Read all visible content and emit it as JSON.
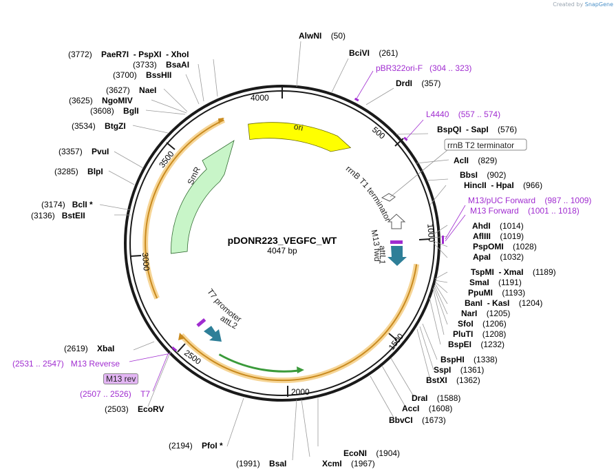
{
  "credit": {
    "created_by": "Created by",
    "brand": "SnapGene"
  },
  "plasmid": {
    "name": "pDONR223_VEGFC_WT",
    "size_label": "4047 bp",
    "length": 4047
  },
  "ticks": [
    "4000",
    "500",
    "1000",
    "1500",
    "2000",
    "2500",
    "3000",
    "3500"
  ],
  "sites": [
    {
      "name": "AlwNI",
      "pos": "(50)"
    },
    {
      "name": "BciVI",
      "pos": "(261)"
    },
    {
      "name": "DrdI",
      "pos": "(357)"
    },
    {
      "name": "BspQI",
      "sep": "-",
      "name2": "SapI",
      "pos": "(576)"
    },
    {
      "name": "AclI",
      "pos": "(829)"
    },
    {
      "name": "BbsI",
      "pos": "(902)"
    },
    {
      "name": "HincII",
      "sep": "-",
      "name2": "HpaI",
      "pos": "(966)"
    },
    {
      "name": "AhdI",
      "pos": "(1014)"
    },
    {
      "name": "AflIII",
      "pos": "(1019)"
    },
    {
      "name": "PspOMI",
      "pos": "(1028)"
    },
    {
      "name": "ApaI",
      "pos": "(1032)"
    },
    {
      "name": "TspMI",
      "sep": "-",
      "name2": "XmaI",
      "pos": "(1189)"
    },
    {
      "name": "SmaI",
      "pos": "(1191)"
    },
    {
      "name": "PpuMI",
      "pos": "(1193)"
    },
    {
      "name": "BanI",
      "sep": "-",
      "name2": "KasI",
      "pos": "(1204)"
    },
    {
      "name": "NarI",
      "pos": "(1205)"
    },
    {
      "name": "SfoI",
      "pos": "(1206)"
    },
    {
      "name": "PluTI",
      "pos": "(1208)"
    },
    {
      "name": "BspEI",
      "pos": "(1232)"
    },
    {
      "name": "BspHI",
      "pos": "(1338)"
    },
    {
      "name": "SspI",
      "pos": "(1361)"
    },
    {
      "name": "BstXI",
      "pos": "(1362)"
    },
    {
      "name": "DraI",
      "pos": "(1588)"
    },
    {
      "name": "AccI",
      "pos": "(1608)"
    },
    {
      "name": "BbvCI",
      "pos": "(1673)"
    },
    {
      "name": "EcoNI",
      "pos": "(1904)"
    },
    {
      "name": "XcmI",
      "pos": "(1967)"
    },
    {
      "name": "BsaI",
      "pos": "(1991)"
    },
    {
      "name": "PfoI *",
      "pos": "(2194)"
    },
    {
      "name": "EcoRV",
      "pos": "(2503)"
    },
    {
      "name": "XbaI",
      "pos": "(2619)"
    },
    {
      "name": "BstEII",
      "pos": "(3136)"
    },
    {
      "name": "BclI *",
      "pos": "(3174)"
    },
    {
      "name": "BlpI",
      "pos": "(3285)"
    },
    {
      "name": "PvuI",
      "pos": "(3357)"
    },
    {
      "name": "BtgZI",
      "pos": "(3534)"
    },
    {
      "name": "BglI",
      "pos": "(3608)"
    },
    {
      "name": "NgoMIV",
      "pos": "(3625)"
    },
    {
      "name": "NaeI",
      "pos": "(3627)"
    },
    {
      "name": "BssHII",
      "pos": "(3700)"
    },
    {
      "name": "BsaAI",
      "pos": "(3733)"
    },
    {
      "name": "PaeR7I",
      "sep": "-",
      "name2": "PspXI",
      "sep2": "-",
      "name3": "XhoI",
      "pos": "(3772)"
    }
  ],
  "primers": [
    {
      "name": "pBR322ori-F",
      "range": "(304 .. 323)"
    },
    {
      "name": "L4440",
      "range": "(557 .. 574)"
    },
    {
      "name": "M13/pUC Forward",
      "range": "(987 .. 1009)"
    },
    {
      "name": "M13 Forward",
      "range": "(1001 .. 1018)"
    },
    {
      "name": "M13 Reverse",
      "range": "(2531 .. 2547)"
    },
    {
      "name": "M13 rev"
    },
    {
      "name": "T7",
      "range": "(2507 .. 2526)"
    }
  ],
  "features": {
    "ori": "ori",
    "smr": "SmR",
    "rrnb_t2": "rrnB T2 terminator",
    "rrnb_t1": "rrnB T1 terminator",
    "m13_fwd": "M13 fwd",
    "attl1": "attL1",
    "t7_promoter": "T7 promoter",
    "attl2": "attL2"
  },
  "colors": {
    "backbone": "#1a1a1a",
    "ori": "#ffff00",
    "smr": "#c8f5c8",
    "att": "#2e7f98",
    "insert_highlight": "#f6d596",
    "insert_line": "#c98a1e",
    "green_line": "#3a9a3a",
    "primer": "#a02cd0",
    "primer_box": "#e3b6f4"
  }
}
